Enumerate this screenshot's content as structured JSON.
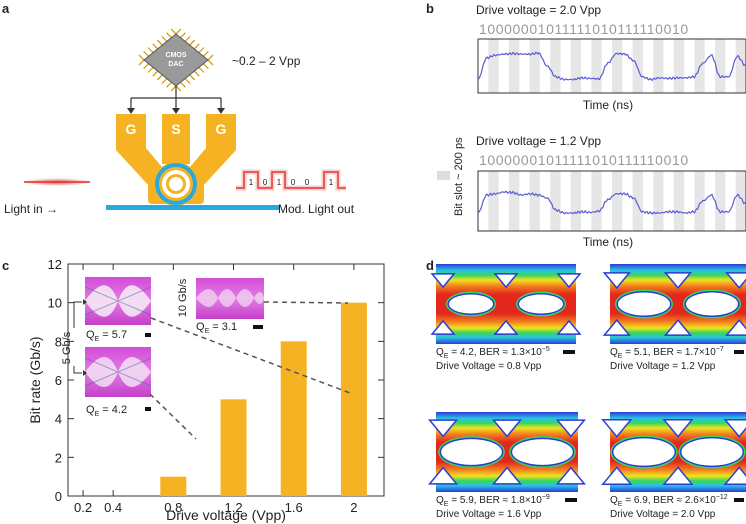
{
  "panel_a": {
    "letter": "a",
    "dac_chip": {
      "line1": "CMOS",
      "line2": "DAC"
    },
    "drive_range": "~0.2 – 2 Vpp",
    "pad_labels": [
      "G",
      "S",
      "G"
    ],
    "light_in": "Light in →",
    "light_out": "Mod. Light out",
    "out_bits": [
      "1",
      "0",
      "1",
      "0",
      "0",
      "1"
    ],
    "colors": {
      "electrode": "#F5B324",
      "waveguide": "#29A8E0",
      "ring": "#29A8E0",
      "light": "#E53935"
    }
  },
  "panel_b": {
    "letter": "b",
    "side_label": "Bit slot ~ 200 ps",
    "traces": [
      {
        "title": "Drive voltage = 2.0 Vpp",
        "bits": "10000001011111010111110010",
        "xlabel": "Time (ns)",
        "levels": [
          0.25,
          0.65,
          0.7,
          0.72,
          0.73,
          0.72,
          0.72,
          0.74,
          0.5,
          0.3,
          0.25,
          0.25,
          0.28,
          0.27,
          0.26,
          0.55,
          0.73,
          0.72,
          0.6,
          0.3,
          0.25,
          0.28,
          0.27,
          0.28,
          0.28,
          0.3,
          0.55,
          0.7,
          0.3,
          0.3,
          0.68,
          0.5
        ]
      },
      {
        "title": "Drive voltage = 1.2 Vpp",
        "bits": "10000001011111010111110010",
        "xlabel": "Time (ns)",
        "levels": [
          0.3,
          0.6,
          0.62,
          0.65,
          0.64,
          0.6,
          0.62,
          0.6,
          0.55,
          0.35,
          0.3,
          0.3,
          0.32,
          0.31,
          0.33,
          0.52,
          0.62,
          0.62,
          0.55,
          0.32,
          0.3,
          0.3,
          0.32,
          0.32,
          0.3,
          0.32,
          0.5,
          0.6,
          0.32,
          0.32,
          0.6,
          0.45
        ]
      }
    ],
    "trace_color": "#5B5BD6"
  },
  "panel_c": {
    "letter": "c",
    "chart_data": {
      "type": "bar",
      "categories": [
        "0.8",
        "1.2",
        "1.6",
        "2"
      ],
      "values": [
        1,
        5,
        8,
        10
      ],
      "xlabel": "Drive voltage (Vpp)",
      "ylabel": "Bit rate (Gb/s)",
      "xticks": [
        "0.2",
        "0.4",
        "0.8",
        "1.2",
        "1.6",
        "2"
      ],
      "yticks": [
        "0",
        "2",
        "4",
        "6",
        "8",
        "10",
        "12"
      ],
      "ylim": [
        0,
        12
      ],
      "bar_color": "#F5B324"
    },
    "insets": [
      {
        "q_label": "Q",
        "q_sub": "E",
        "q_value": " = 5.7"
      },
      {
        "q_label": "Q",
        "q_sub": "E",
        "q_value": " = 4.2"
      },
      {
        "q_label": "Q",
        "q_sub": "E",
        "q_value": " = 3.1"
      }
    ],
    "rate_5": "5 Gb/s",
    "rate_10": "10 Gb/s"
  },
  "panel_d": {
    "letter": "d",
    "eyes": [
      {
        "q": "Q",
        "qsub": "E",
        "stats": " = 4.2, BER ≈ 1.3×10",
        "exp": "−5",
        "drive": "Drive Voltage = 0.8 Vpp"
      },
      {
        "q": "Q",
        "qsub": "E",
        "stats": " = 5.1, BER ≈ 1.7×10",
        "exp": "−7",
        "drive": "Drive Voltage = 1.2 Vpp"
      },
      {
        "q": "Q",
        "qsub": "E",
        "stats": " = 5.9, BER ≈ 1.8×10",
        "exp": "−9",
        "drive": "Drive Voltage = 1.6 Vpp"
      },
      {
        "q": "Q",
        "qsub": "E",
        "stats": " = 6.9, BER ≈ 2.6×10",
        "exp": "−12",
        "drive": "Drive Voltage = 2.0 Vpp"
      }
    ]
  }
}
